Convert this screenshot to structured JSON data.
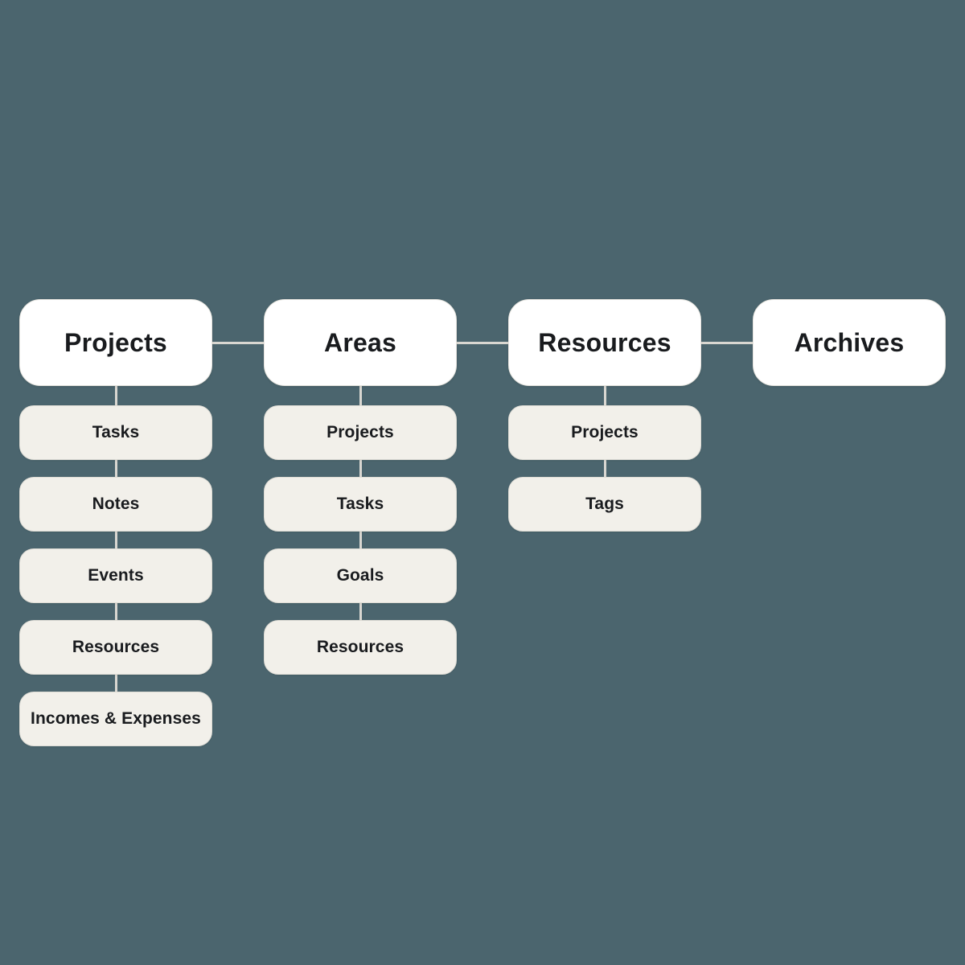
{
  "diagram": {
    "background_color": "#4b656e",
    "connector_color": "#d9d7d1",
    "parent_node_fill": "#ffffff",
    "child_node_fill": "#f2f0ea",
    "text_color": "#191b1e",
    "columns": [
      {
        "title": "Projects",
        "children": [
          "Tasks",
          "Notes",
          "Events",
          "Resources",
          "Incomes & Expenses"
        ]
      },
      {
        "title": "Areas",
        "children": [
          "Projects",
          "Tasks",
          "Goals",
          "Resources"
        ]
      },
      {
        "title": "Resources",
        "children": [
          "Projects",
          "Tags"
        ]
      },
      {
        "title": "Archives",
        "children": []
      }
    ]
  }
}
